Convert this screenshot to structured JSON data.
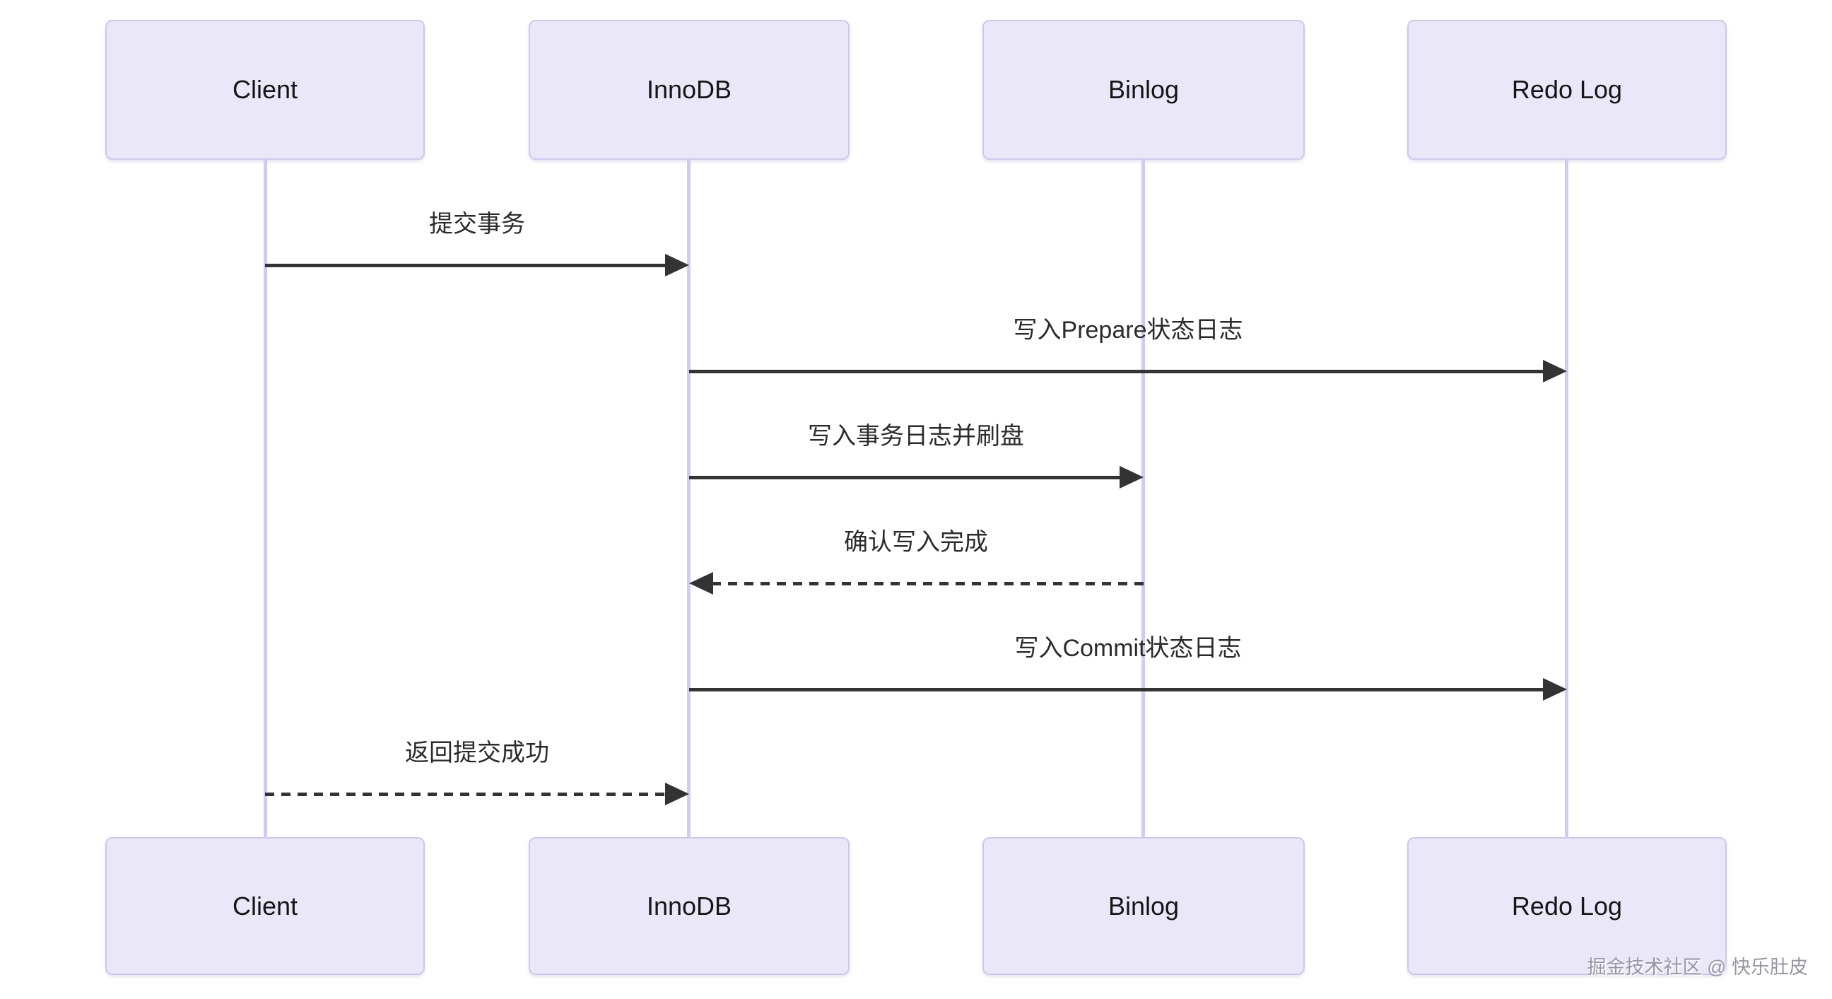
{
  "actors": [
    {
      "id": "client",
      "label": "Client"
    },
    {
      "id": "innodb",
      "label": "InnoDB"
    },
    {
      "id": "binlog",
      "label": "Binlog"
    },
    {
      "id": "redolog",
      "label": "Redo Log"
    }
  ],
  "messages": [
    {
      "label": "提交事务",
      "from": "Client",
      "to": "InnoDB",
      "line": "solid",
      "arrow_points": "right"
    },
    {
      "label": "写入Prepare状态日志",
      "from": "InnoDB",
      "to": "Redo Log",
      "line": "solid",
      "arrow_points": "right"
    },
    {
      "label": "写入事务日志并刷盘",
      "from": "InnoDB",
      "to": "Binlog",
      "line": "solid",
      "arrow_points": "right"
    },
    {
      "label": "确认写入完成",
      "from": "Binlog",
      "to": "InnoDB",
      "line": "dashed",
      "arrow_points": "left"
    },
    {
      "label": "写入Commit状态日志",
      "from": "InnoDB",
      "to": "Redo Log",
      "line": "solid",
      "arrow_points": "right"
    },
    {
      "label": "返回提交成功",
      "from": "Client",
      "to": "InnoDB",
      "line": "dashed",
      "arrow_points": "right"
    }
  ],
  "watermark": "掘金技术社区 @ 快乐肚皮",
  "colors": {
    "background": "#ffffff",
    "actor_fill": "#eae8f8",
    "actor_border": "#cfc8ec",
    "lifeline": "#d3cbef",
    "arrow": "#333333",
    "text": "#2b2b2b",
    "watermark": "#9a95a2"
  }
}
